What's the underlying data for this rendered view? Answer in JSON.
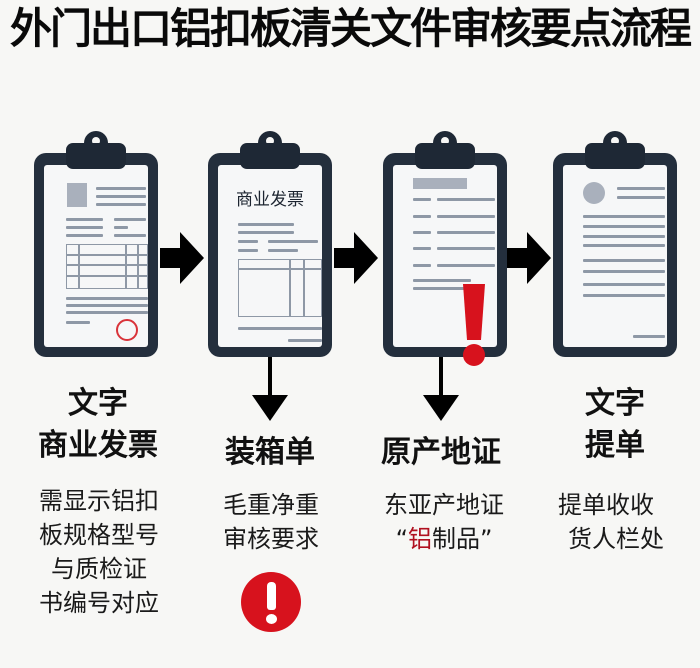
{
  "title": "外门出口铝扣板清关文件审核要点流程",
  "colors": {
    "clipboard": "#242f3d",
    "paper": "#f6f7f8",
    "doc_lines": "#8e98a6",
    "alert_red": "#d7121d",
    "highlight_text": "#b01020",
    "arrow": "#000000"
  },
  "steps": [
    {
      "id": "commercial-invoice",
      "icon": "clipboard-invoice-with-stamp-icon",
      "label_line1": "文字",
      "label_line2": "商业发票",
      "desc": [
        "需显示铝扣",
        "板规格型号",
        "与质检证",
        "书编号对应"
      ]
    },
    {
      "id": "packing-list",
      "icon": "clipboard-invoice-table-icon",
      "paper_title": "商业发票",
      "label": "装箱单",
      "desc": [
        "毛重净重",
        "审核要求"
      ],
      "alert": "exclamation-circle-icon"
    },
    {
      "id": "certificate-of-origin",
      "icon": "clipboard-list-with-alert-icon",
      "label": "原产地证",
      "desc_line1": "东亚产地证",
      "desc_quote_open": "“",
      "desc_highlight": "铝",
      "desc_rest": "制品",
      "desc_quote_close": "”"
    },
    {
      "id": "bill-of-lading",
      "icon": "clipboard-document-avatar-icon",
      "label_line1": "文字",
      "label_line2": "提单",
      "desc": [
        "提单收收",
        "货人栏处"
      ]
    }
  ],
  "flow": {
    "right_arrows": 3,
    "down_arrows": [
      "packing-list",
      "certificate-of-origin"
    ]
  }
}
